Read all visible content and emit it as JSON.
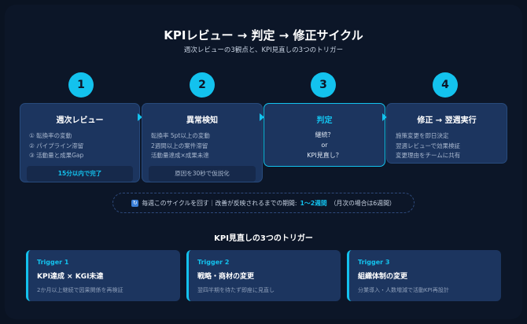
{
  "title": "KPIレビュー → 判定 → 修正サイクル",
  "subtitle": "週次レビューの3観点と、KPI見直しの3つのトリガー",
  "steps": [
    {
      "num": "1",
      "title": "週次レビュー",
      "items": [
        "① 転換率の変動",
        "② パイプライン滞留",
        "③ 活動量と成果Gap"
      ],
      "footer": "15分以内で完了"
    },
    {
      "num": "2",
      "title": "異常検知",
      "items": [
        "転換率 5pt以上の変動",
        "2週間以上の案件滞留",
        "活動量達成×成果未達"
      ],
      "footer": "原因を30秒で仮説化"
    },
    {
      "num": "3",
      "title": "判定",
      "q1": "継続？",
      "q2": "or",
      "q3": "KPI見直し？"
    },
    {
      "num": "4",
      "title": "修正 → 翌週実行",
      "items": [
        "施策変更を即日決定",
        "翌週レビューで効果検証",
        "変更理由をチームに共有"
      ]
    }
  ],
  "cycle": {
    "icon": "cycle-icon",
    "text": "毎週このサイクルを回す｜改善が反映されるまでの期間:",
    "highlight": "1〜2週間",
    "note": "（月次の場合は6週間）"
  },
  "triggers_title": "KPI見直しの3つのトリガー",
  "triggers": [
    {
      "label": "Trigger 1",
      "name": "KPI達成 × KGI未達",
      "desc": "2か月以上継続で因果関係を再検証"
    },
    {
      "label": "Trigger 2",
      "name": "戦略・商材の変更",
      "desc": "翌四半期を待たず即座に見直し"
    },
    {
      "label": "Trigger 3",
      "name": "組織体制の変更",
      "desc": "分業導入・人数増減で活動KPI再設計"
    }
  ],
  "colors": {
    "accent": "#13c2ee",
    "card": "#1c355f",
    "bg": "#0c1628"
  }
}
